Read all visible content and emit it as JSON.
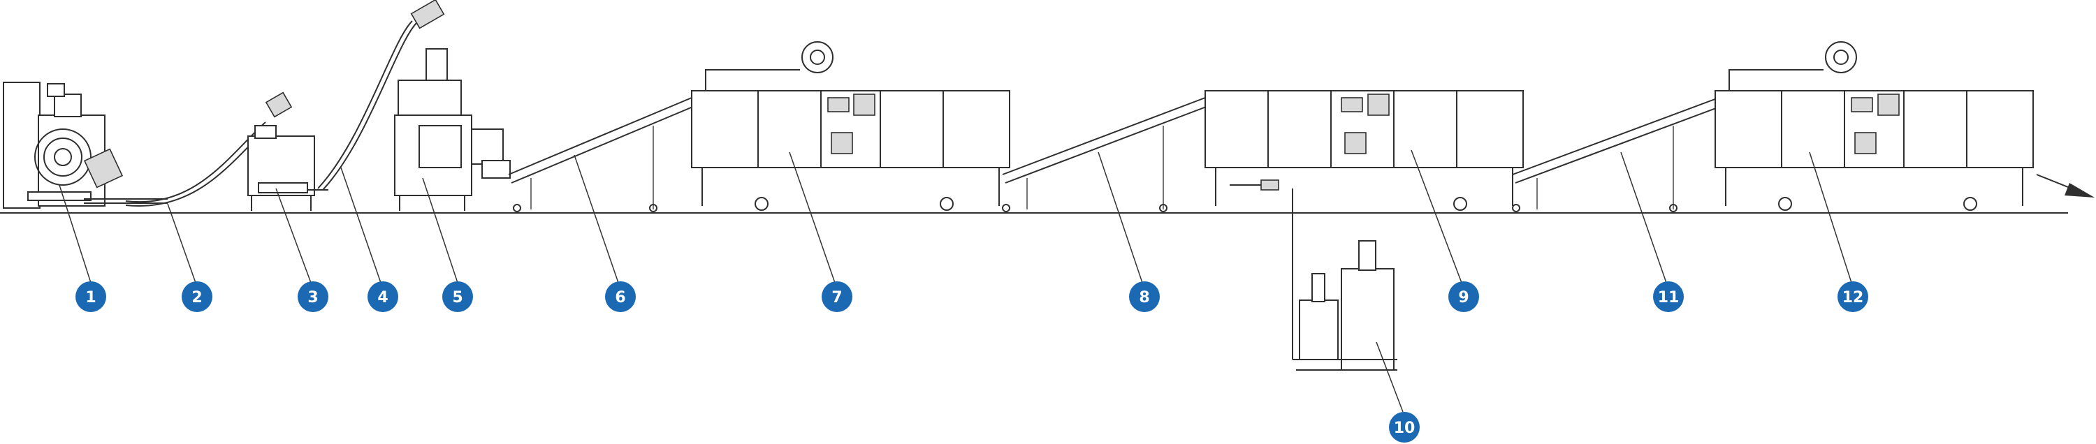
{
  "diagram": {
    "labels": [
      "1",
      "2",
      "3",
      "4",
      "5",
      "6",
      "7",
      "8",
      "9",
      "10",
      "11",
      "12"
    ],
    "badge_color": "#1b69b3",
    "line_color": "#2f2f2f",
    "flow_direction": "right"
  }
}
